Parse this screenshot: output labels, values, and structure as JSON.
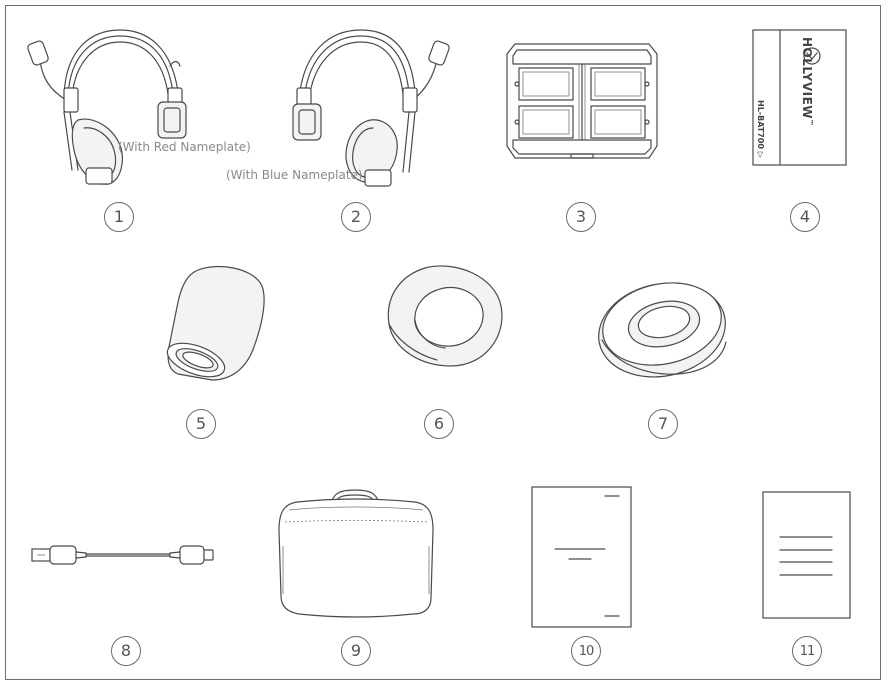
{
  "items": [
    {
      "number": "1",
      "part": "headset-red",
      "note": "(With Red Nameplate)"
    },
    {
      "number": "2",
      "part": "headset-blue",
      "note": "(With Blue Nameplate)"
    },
    {
      "number": "3",
      "part": "battery-charger"
    },
    {
      "number": "4",
      "part": "battery",
      "brand": "HOLLYVIEW",
      "trademark": "™",
      "model": "HL-BAT700 ▷"
    },
    {
      "number": "5",
      "part": "mic-windscreen"
    },
    {
      "number": "6",
      "part": "ear-cushion"
    },
    {
      "number": "7",
      "part": "ear-pad"
    },
    {
      "number": "8",
      "part": "usb-cable"
    },
    {
      "number": "9",
      "part": "carrying-case"
    },
    {
      "number": "10",
      "part": "manual"
    },
    {
      "number": "11",
      "part": "card"
    }
  ]
}
